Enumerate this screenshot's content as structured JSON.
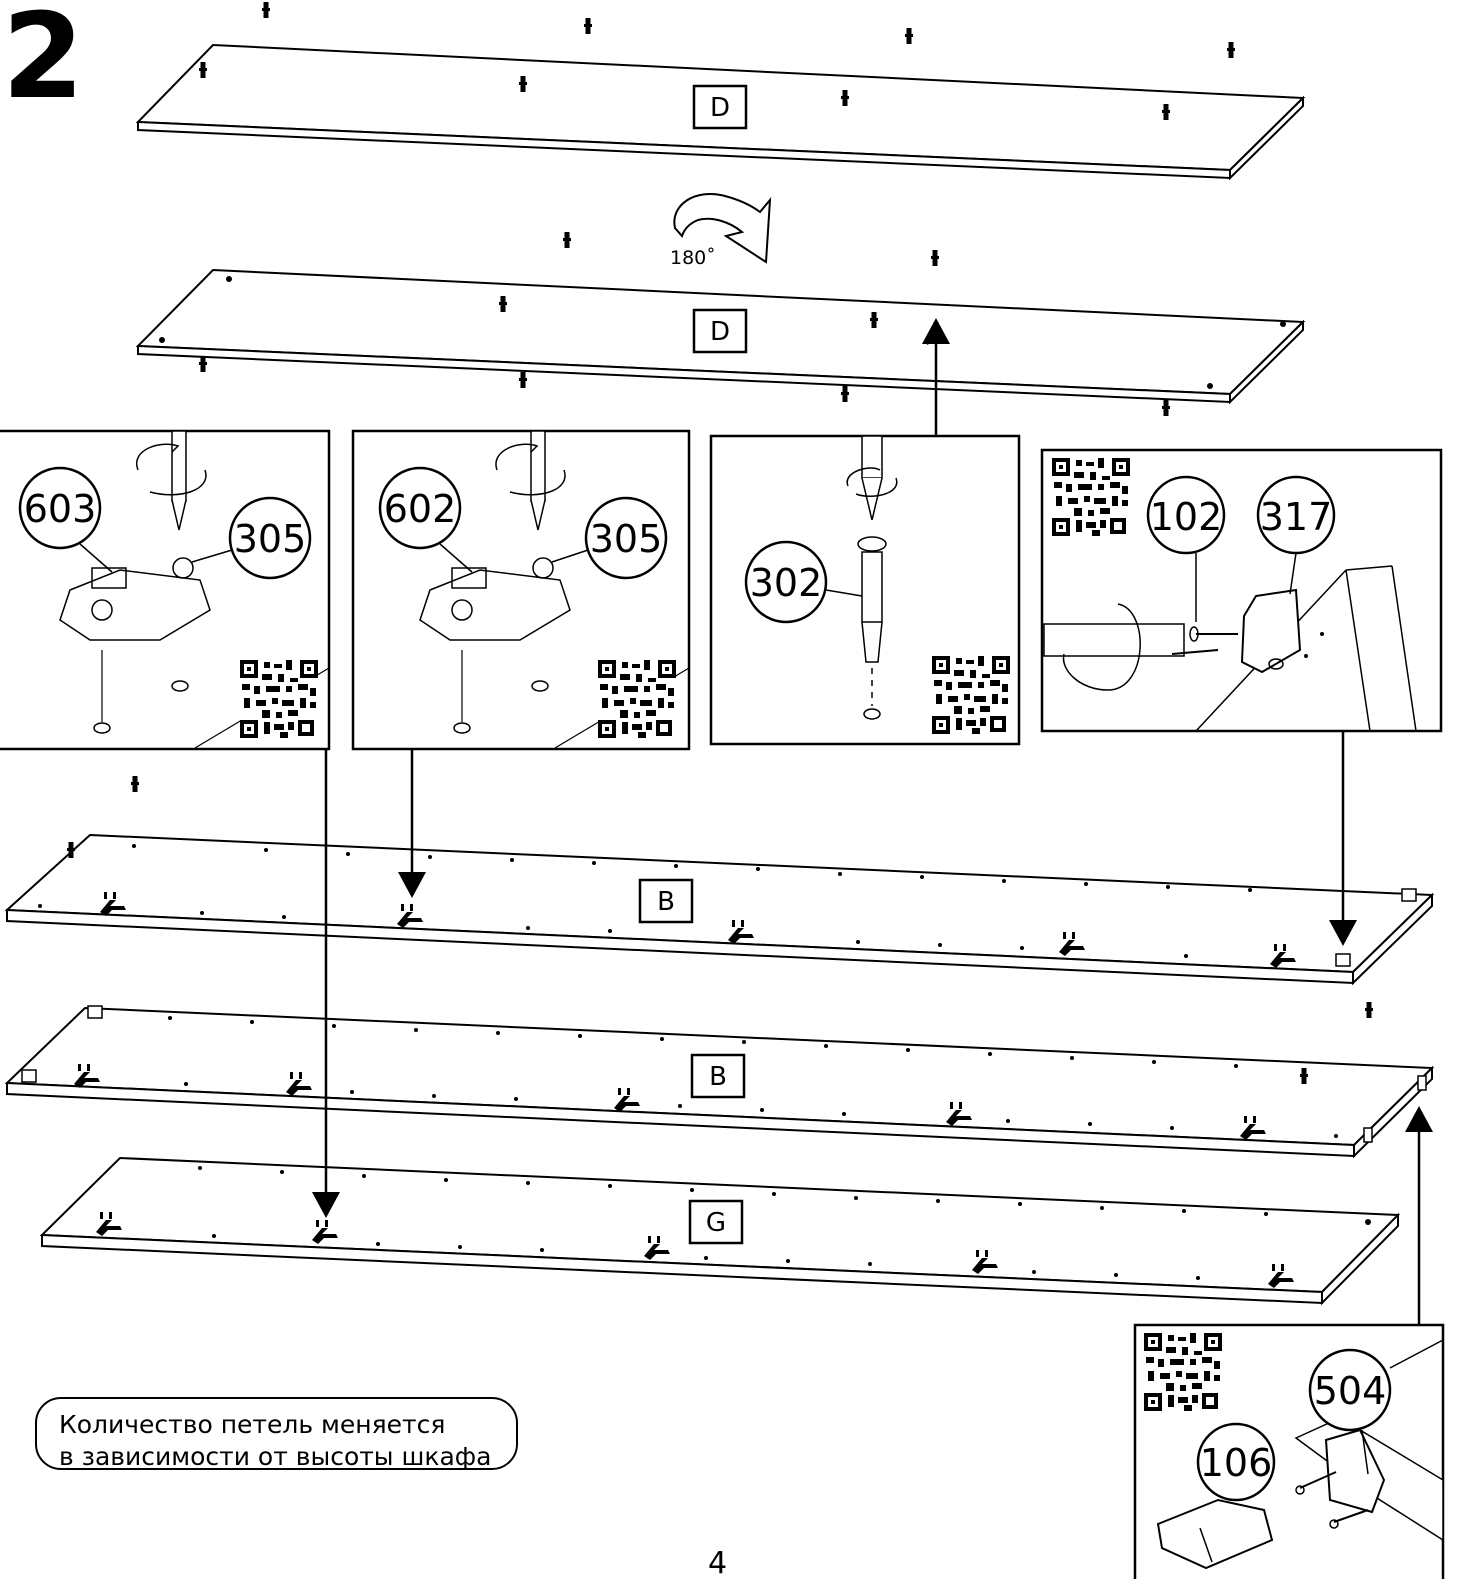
{
  "step_number": "2",
  "rotation_label": "180˚",
  "panels": {
    "d_top": "D",
    "d_bottom": "D",
    "b_upper": "B",
    "b_lower": "B",
    "g": "G"
  },
  "callouts": {
    "hinge_left_part": "603",
    "hinge_left_screw": "305",
    "hinge_mid_part": "602",
    "hinge_mid_screw": "305",
    "confirmat_part": "302",
    "corner_screw": "102",
    "corner_bracket": "317",
    "shelf_support_part": "504",
    "shelf_support_pin": "106"
  },
  "note": {
    "line1": "Количество петель меняется",
    "line2": "в зависимости от высоты шкафа"
  },
  "page_number": "4",
  "icons": [
    "qr-code-icon",
    "screwdriver-icon",
    "rotate-arrow-icon",
    "dowel-icon",
    "hinge-icon"
  ]
}
